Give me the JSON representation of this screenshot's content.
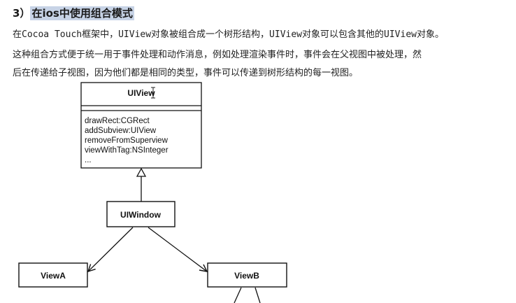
{
  "heading": {
    "prefix": "3）",
    "title": "在ios中使用组合模式"
  },
  "paragraphs": [
    "在Cocoa Touch框架中，UIView对象被组合成一个树形结构，UIView对象可以包含其他的UIView对象。",
    "这种组合方式便于统一用于事件处理和动作消息，例如处理渲染事件时，事件会在父视图中被处理，然",
    "后在传递给子视图，因为他们都是相同的类型，事件可以传递到树形结构的每一视图。"
  ],
  "diagram": {
    "uiview": {
      "name": "UIView",
      "methods": [
        "drawRect:CGRect",
        "addSubview:UIView",
        "removeFromSuperview",
        "viewWithTag:NSInteger",
        "..."
      ]
    },
    "uiwindow": {
      "name": "UIWindow"
    },
    "viewa": {
      "name": "ViewA"
    },
    "viewb": {
      "name": "ViewB"
    }
  }
}
